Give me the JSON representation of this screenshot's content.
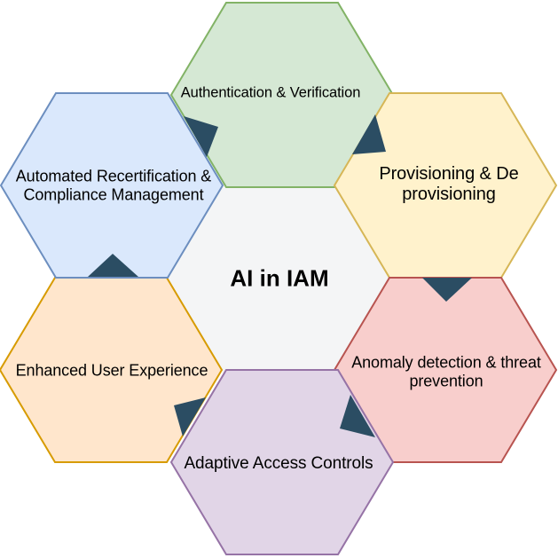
{
  "diagram": {
    "center_label": "AI in IAM",
    "background_color": "#ffffff",
    "center_fill_color": "#f4f5f6",
    "arrow_color": "#2b4d63",
    "text_color": "#000000",
    "nodes": [
      {
        "id": "authentication",
        "position": "top",
        "label": "Authentication & Verification",
        "fill": "#d5e8d4",
        "stroke": "#82b366"
      },
      {
        "id": "provisioning",
        "position": "top-right",
        "label": "Provisioning & De provisioning",
        "fill": "#fff2cc",
        "stroke": "#d6b656"
      },
      {
        "id": "anomaly",
        "position": "bottom-right",
        "label": "Anomaly detection & threat prevention",
        "fill": "#f8cecc",
        "stroke": "#b85450"
      },
      {
        "id": "adaptive",
        "position": "bottom",
        "label": "Adaptive Access Controls",
        "fill": "#e1d5e7",
        "stroke": "#9673a6"
      },
      {
        "id": "enhanced",
        "position": "bottom-left",
        "label": "Enhanced User Experience",
        "fill": "#ffe6cc",
        "stroke": "#d79b00"
      },
      {
        "id": "automated",
        "position": "top-left",
        "label": "Automated Recertification & Compliance Management",
        "fill": "#dae8fc",
        "stroke": "#6c8ebf"
      }
    ],
    "flow": [
      "authentication > provisioning",
      "provisioning > anomaly",
      "anomaly > adaptive",
      "adaptive > enhanced",
      "enhanced > automated",
      "automated > authentication"
    ]
  }
}
